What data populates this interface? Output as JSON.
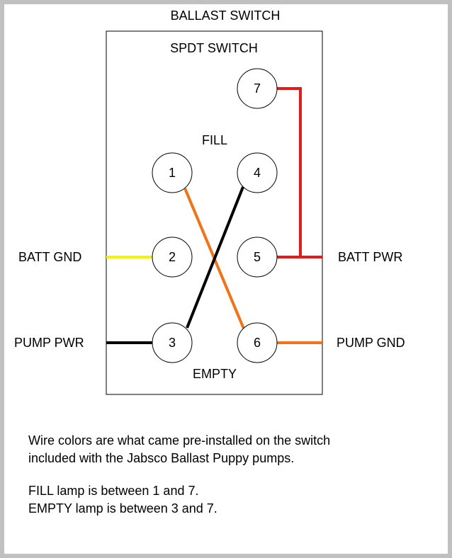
{
  "title": "BALLAST SWITCH",
  "switch_title": "SPDT SWITCH",
  "fill_label": "FILL",
  "empty_label": "EMPTY",
  "terminals": {
    "t1": "1",
    "t2": "2",
    "t3": "3",
    "t4": "4",
    "t5": "5",
    "t6": "6",
    "t7": "7"
  },
  "side_labels": {
    "batt_gnd": "BATT GND",
    "pump_pwr": "PUMP PWR",
    "batt_pwr": "BATT PWR",
    "pump_gnd": "PUMP GND"
  },
  "wire_colors": {
    "red": "#e31b1b",
    "orange": "#f07318",
    "black": "#000000",
    "yellow": "#f5f500"
  },
  "notes": {
    "line1": "Wire colors are what came pre-installed on the switch",
    "line2": "included with the Jabsco Ballast Puppy pumps.",
    "line3": "FILL lamp is between 1 and 7.",
    "line4": "EMPTY lamp is between 3 and 7."
  }
}
